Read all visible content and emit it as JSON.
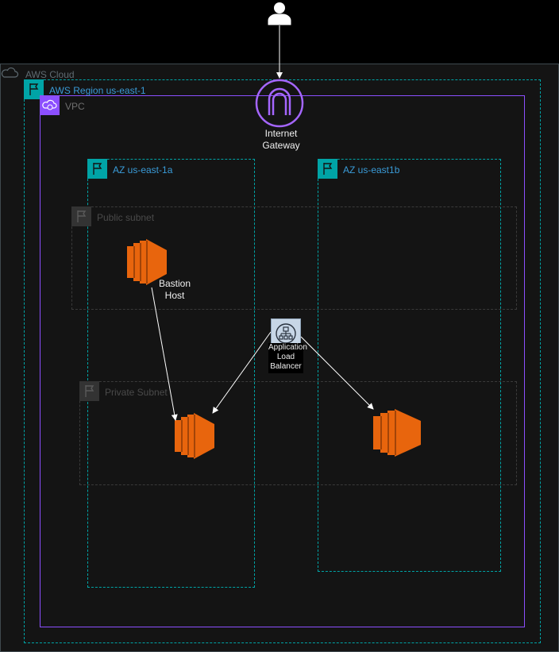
{
  "groups": {
    "aws_cloud": "AWS Cloud",
    "region": "AWS Region us-east-1",
    "vpc": "VPC",
    "az_a": "AZ us-east-1a",
    "az_b": "AZ us-east1b",
    "public_subnet": "Public subnet",
    "private_subnet": "Private Subnet"
  },
  "nodes": {
    "igw_line1": "Internet",
    "igw_line2": "Gateway",
    "bastion_line1": "Bastion",
    "bastion_line2": "Host",
    "alb_line1": "Application",
    "alb_line2": "Load",
    "alb_line3": "Balancer"
  },
  "icons": {
    "user": "user-icon",
    "cloud": "cloud-icon",
    "region_flag": "flag-icon",
    "vpc": "vpc-icon",
    "internet_gateway": "internet-gateway-icon",
    "ec2": "ec2-instance-icon",
    "load_balancer": "load-balancer-icon"
  },
  "colors": {
    "background": "#000000",
    "cloud_fill": "#141414",
    "region_border": "#00a4a6",
    "vpc_border": "#8c4fff",
    "ec2_orange": "#e8650d",
    "group_label_blue": "#3a9bd8",
    "arrow": "#ffffff"
  }
}
